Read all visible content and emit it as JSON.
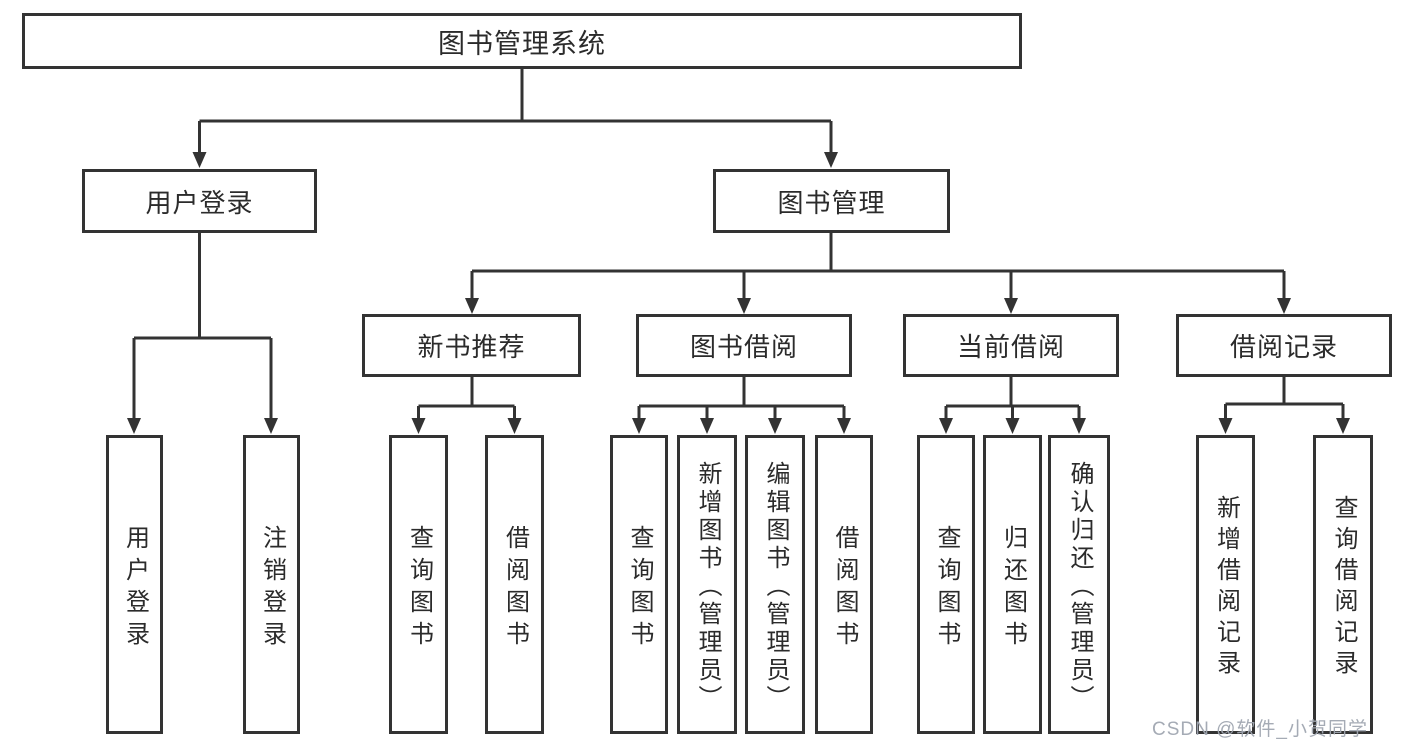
{
  "colors": {
    "line": "#333333",
    "box_border": "#333333",
    "text": "#2b2b2b",
    "background": "#ffffff",
    "watermark": "#a0a6b1"
  },
  "tree": {
    "root": {
      "label": "图书管理系统"
    },
    "branches": [
      {
        "label": "用户登录",
        "children": [
          {
            "label": "用户登录"
          },
          {
            "label": "注销登录"
          }
        ]
      },
      {
        "label": "图书管理",
        "children": [
          {
            "label": "新书推荐",
            "children": [
              {
                "label": "查询图书"
              },
              {
                "label": "借阅图书"
              }
            ]
          },
          {
            "label": "图书借阅",
            "children": [
              {
                "label": "查询图书"
              },
              {
                "label": "新增图书（管理员）"
              },
              {
                "label": "编辑图书（管理员）"
              },
              {
                "label": "借阅图书"
              }
            ]
          },
          {
            "label": "当前借阅",
            "children": [
              {
                "label": "查询图书"
              },
              {
                "label": "归还图书"
              },
              {
                "label": "确认归还（管理员）"
              }
            ]
          },
          {
            "label": "借阅记录",
            "children": [
              {
                "label": "新增借阅记录"
              },
              {
                "label": "查询借阅记录"
              }
            ]
          }
        ]
      }
    ]
  },
  "watermark": {
    "text": "CSDN @软件_小贺同学"
  }
}
